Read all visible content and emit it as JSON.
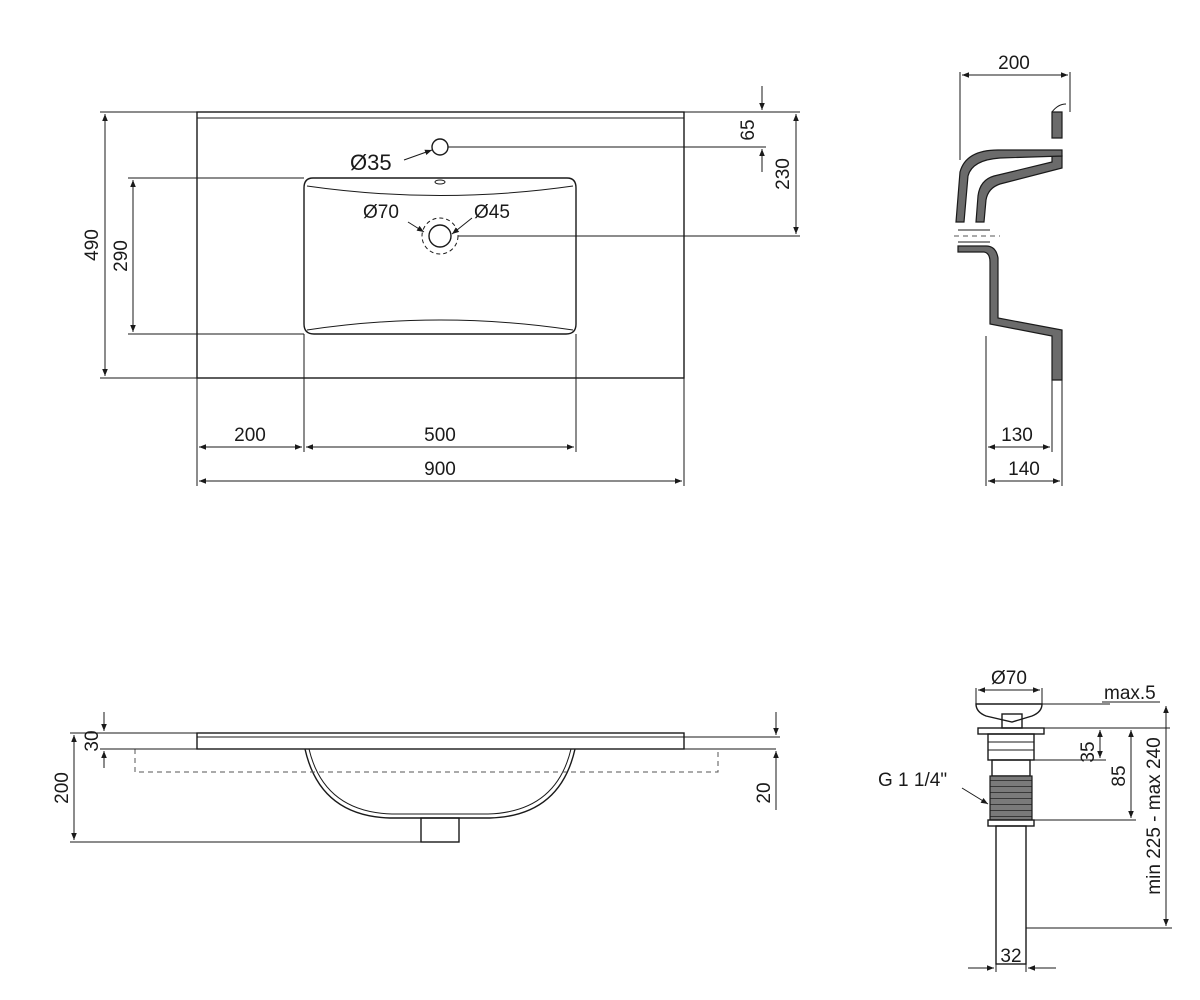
{
  "views": {
    "top": {
      "overall_depth": "490",
      "bowl_depth": "290",
      "tap_hole_offset": "65",
      "drain_offset": "230",
      "tap_hole_diameter": "Ø35",
      "drain_outer_diameter": "Ø70",
      "drain_inner_diameter": "Ø45",
      "left_deck_width": "200",
      "bowl_width": "500",
      "overall_width": "900"
    },
    "side": {
      "top_width": "200",
      "bottom_width_130": "130",
      "bottom_width_140": "140"
    },
    "front": {
      "slab_thickness": "30",
      "total_height": "200",
      "offset_20": "20"
    },
    "drain": {
      "cap_diameter": "Ø70",
      "cap_gap": "max.5",
      "upper_height": "35",
      "body_height": "85",
      "length_range": "min 225 - max 240",
      "thread": "G 1 1/4\"",
      "pipe_diameter": "32"
    }
  }
}
